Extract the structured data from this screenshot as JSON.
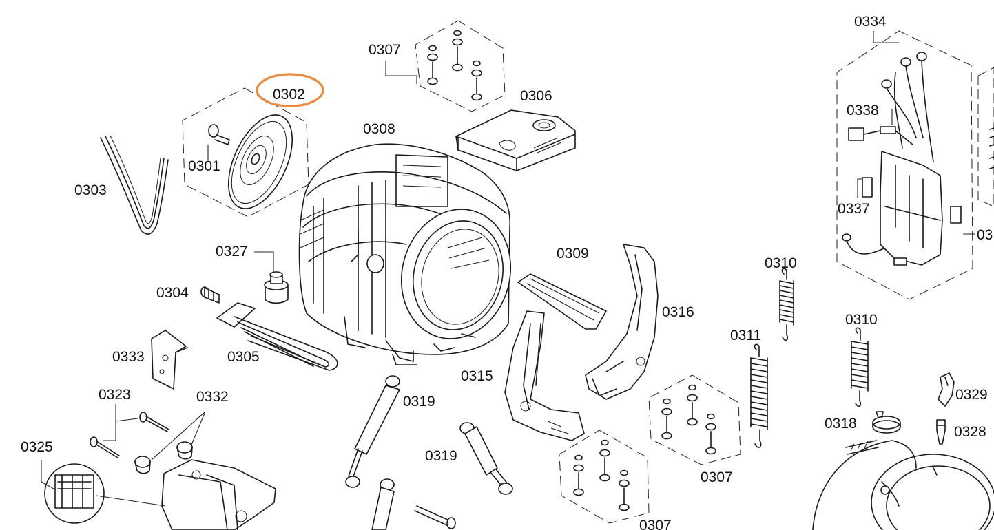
{
  "highlight_color": "#ea8a3c",
  "callouts": {
    "c0301": "0301",
    "c0302": "0302",
    "c0303": "0303",
    "c0304": "0304",
    "c0305": "0305",
    "c0306": "0306",
    "c0307a": "0307",
    "c0307b": "0307",
    "c0307c": "0307",
    "c0308": "0308",
    "c0309": "0309",
    "c0310a": "0310",
    "c0310b": "0310",
    "c0311": "0311",
    "c0315": "0315",
    "c0316": "0316",
    "c0318": "0318",
    "c0319a": "0319",
    "c0319b": "0319",
    "c0323": "0323",
    "c0325": "0325",
    "c0327": "0327",
    "c0328": "0328",
    "c0329": "0329",
    "c0332": "0332",
    "c0333": "0333",
    "c0334": "0334",
    "c0337": "0337",
    "c0338": "0338",
    "c03cut": "03"
  }
}
